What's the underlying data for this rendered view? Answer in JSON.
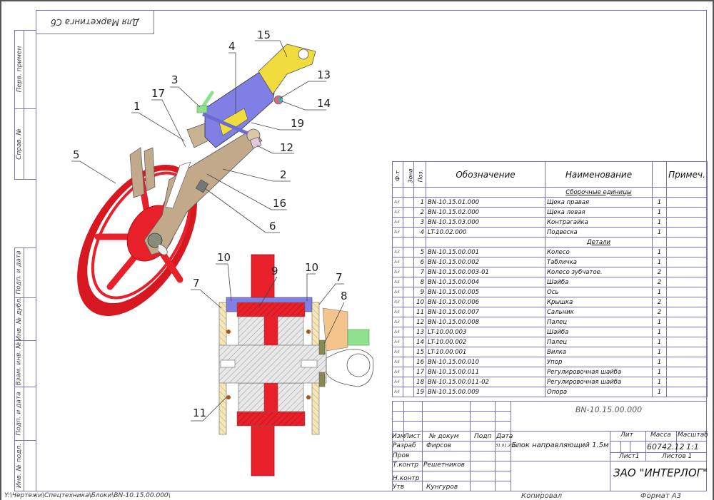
{
  "stamp_top": "Для Маркетинга Сб",
  "side_labels": {
    "top": [
      "Перв. примен",
      "Справ. №"
    ],
    "bottom": [
      "Подп. и дата",
      "Инв. № дубл.",
      "Взам. инв. №",
      "Подп. и дата",
      "Инв. № подл."
    ]
  },
  "file_path": "Y:\\Чертежи\\Спецтехника\\Блоки\\BN-10.15.00.000\\",
  "footer": {
    "copied": "Копировал",
    "format": "Формат  А3"
  },
  "callouts_iso": [
    "15",
    "4",
    "3",
    "17",
    "1",
    "13",
    "14",
    "19",
    "12",
    "2",
    "5",
    "16",
    "6"
  ],
  "callouts_section": [
    "10",
    "9",
    "10",
    "7",
    "7",
    "8",
    "11"
  ],
  "spec_table": {
    "headers": {
      "format": "Ф-т",
      "zone": "Зона",
      "pos": "Поз.",
      "designation": "Обозначение",
      "name": "Наименование",
      "qty": "",
      "note": "Примеч."
    },
    "sections": [
      {
        "title": "Сборочные единицы",
        "rows": [
          {
            "fmt": "А3",
            "pos": "1",
            "designation": "BN-10.15.01.000",
            "name": "Щека правая",
            "qty": "1"
          },
          {
            "fmt": "А3",
            "pos": "2",
            "designation": "BN-10.15.02.000",
            "name": "Щека левая",
            "qty": "1"
          },
          {
            "fmt": "А4",
            "pos": "3",
            "designation": "BN-10.15.03.000",
            "name": "Контрагайка",
            "qty": "1"
          },
          {
            "fmt": "А3",
            "pos": "4",
            "designation": "LT-10.02.000",
            "name": "Подвеска",
            "qty": "1"
          }
        ]
      },
      {
        "title": "Детали",
        "rows": [
          {
            "fmt": "А3",
            "pos": "5",
            "designation": "BN-10.15.00.001",
            "name": "Колесо",
            "qty": "1"
          },
          {
            "fmt": "А4",
            "pos": "6",
            "designation": "BN-10.15.00.002",
            "name": "Табличка",
            "qty": "1"
          },
          {
            "fmt": "А3",
            "pos": "7",
            "designation": "BN-10.15.00.003-01",
            "name": "Колесо зубчатое.",
            "qty": "2"
          },
          {
            "fmt": "А4",
            "pos": "8",
            "designation": "BN-10.15.00.004",
            "name": "Шайба",
            "qty": "2"
          },
          {
            "fmt": "А4",
            "pos": "9",
            "designation": "BN-10.15.00.005",
            "name": "Ось",
            "qty": "1"
          },
          {
            "fmt": "А3",
            "pos": "10",
            "designation": "BN-10.15.00.006",
            "name": "Крышка",
            "qty": "2"
          },
          {
            "fmt": "А4",
            "pos": "11",
            "designation": "BN-10.15.00.007",
            "name": "Сальник",
            "qty": "2"
          },
          {
            "fmt": "А3",
            "pos": "12",
            "designation": "BN-10.15.00.008",
            "name": "Палец",
            "qty": "1"
          },
          {
            "fmt": "А4",
            "pos": "13",
            "designation": "LT-10.00.003",
            "name": "Шайба",
            "qty": "1"
          },
          {
            "fmt": "А4",
            "pos": "14",
            "designation": "LT-10.00.002",
            "name": "Палец",
            "qty": "1"
          },
          {
            "fmt": "А4",
            "pos": "15",
            "designation": "LT-10.00.001",
            "name": "Вилка",
            "qty": "1"
          },
          {
            "fmt": "А4",
            "pos": "16",
            "designation": "BN-10.15.00.010",
            "name": "Упор",
            "qty": "1"
          },
          {
            "fmt": "А4",
            "pos": "17",
            "designation": "BN-10.15.00.011",
            "name": "Регулировочная шайба",
            "qty": "1"
          },
          {
            "fmt": "А4",
            "pos": "18",
            "designation": "BN-10.15.00.011-02",
            "name": "Регулировочная шайба",
            "qty": "1"
          },
          {
            "fmt": "А4",
            "pos": "19",
            "designation": "BN-10.15.00.009",
            "name": "Опора",
            "qty": "1"
          }
        ]
      }
    ]
  },
  "title_block": {
    "doc_number": "BN-10.15.00.000",
    "title": "Блок направляющий 1.5м",
    "headers": {
      "izm": "Изм",
      "list": "Лист",
      "doc_no": "№ докум",
      "sign": "Подп",
      "date": "Дата"
    },
    "roles": [
      {
        "role": "Разраб",
        "name": "Фирсов",
        "date": "31.01.2011"
      },
      {
        "role": "Пров",
        "name": "",
        "date": ""
      },
      {
        "role": "Т.контр",
        "name": "Решетников",
        "date": ""
      },
      {
        "role": "",
        "name": "",
        "date": ""
      },
      {
        "role": "Н.контр",
        "name": "",
        "date": ""
      },
      {
        "role": "Утв",
        "name": "Кунгуров",
        "date": ""
      }
    ],
    "lit_label": "Лит",
    "mass_label": "Масса",
    "scale_label": "Масштаб",
    "mass": "60742.12",
    "scale": "1:1",
    "sheet": "Лист1",
    "sheets": "Листов 1",
    "company": "ЗАО \"ИНТЕРЛОГ\""
  },
  "colors": {
    "frame": "#7a73b8",
    "wheel_red": "#e8202a",
    "cheek_tan": "#c2a98a",
    "hanger_blue": "#7f7fe6",
    "fork_yellow": "#f0dc3c",
    "lever_green": "#8fe08f"
  }
}
